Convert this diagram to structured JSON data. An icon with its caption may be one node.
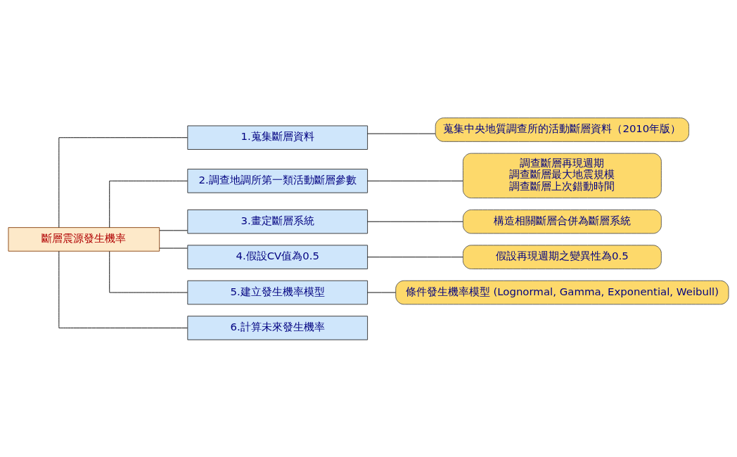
{
  "diagram": {
    "nodes": [
      {
        "text": [
          "斷層震源發生機率"
        ]
      },
      {
        "text": [
          "1.蒐集斷層資料"
        ]
      },
      {
        "text": [
          "2.調查地調所第一類活動斷層參數"
        ]
      },
      {
        "text": [
          "3.畫定斷層系統"
        ]
      },
      {
        "text": [
          "4.假設CV值為0.5"
        ]
      },
      {
        "text": [
          "5.建立發生機率模型"
        ]
      },
      {
        "text": [
          "6.計算未來發生機率"
        ]
      },
      {
        "text": [
          "蒐集中央地質調查所的活動斷層資料（2010年版）"
        ]
      },
      {
        "text": [
          "調查斷層再現週期",
          "調查斷層最大地震規模",
          "調查斷層上次錯動時間"
        ]
      },
      {
        "text": [
          "構造相關斷層合併為斷層系統"
        ]
      },
      {
        "text": [
          "假設再現週期之變異性為0.5"
        ]
      },
      {
        "text": [
          "條件發生機率模型 (Lognormal, Gamma, Exponential, Weibull)"
        ]
      }
    ],
    "edges": [
      {
        "from": 0,
        "to": 1,
        "arrow": "none"
      },
      {
        "from": 0,
        "to": 2,
        "arrow": "none"
      },
      {
        "from": 0,
        "to": 3,
        "arrow": "none"
      },
      {
        "from": 0,
        "to": 4,
        "arrow": "none"
      },
      {
        "from": 0,
        "to": 5,
        "arrow": "none"
      },
      {
        "from": 0,
        "to": 6,
        "arrow": "none"
      },
      {
        "from": 1,
        "to": 7,
        "arrow": "none"
      },
      {
        "from": 2,
        "to": 8,
        "arrow": "none"
      },
      {
        "from": 3,
        "to": 9,
        "arrow": "none"
      },
      {
        "from": 4,
        "to": 10,
        "arrow": "none"
      },
      {
        "from": 5,
        "to": 11,
        "arrow": "none"
      }
    ]
  }
}
